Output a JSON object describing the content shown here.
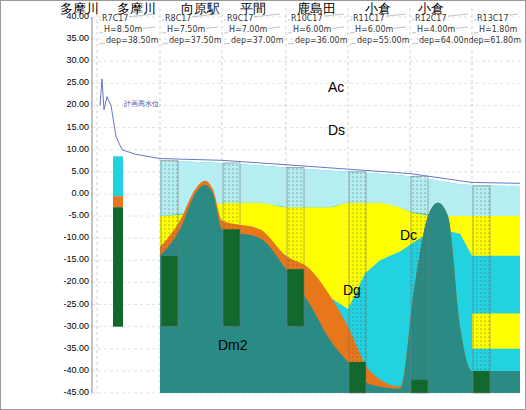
{
  "diagram": {
    "labels": [
      "多摩川",
      "多摩川",
      "向原駅",
      "平間",
      "鹿島田",
      "小倉",
      "小倉",
      "R7C17",
      "H=8.50m",
      "dep=38.50m",
      "R8C17",
      "H=7.50m",
      "dep=37.50m",
      "R9C17",
      "H=7.00m",
      "dep=37.00m",
      "R10C17",
      "H=6.00m",
      "dep=36.00m",
      "R11C17",
      "H=6.00m",
      "dep=55.00m",
      "R12C17",
      "H=4.00m",
      "dep=64.00m",
      "R13C17",
      "H=1.80m",
      "dep=61.80m",
      "計画高水位",
      "40.00",
      "35.00",
      "30.00",
      "25.00",
      "20.00",
      "15.00",
      "10.00",
      "5.00",
      "0.00",
      "-5.00",
      "-10.00",
      "-15.00",
      "-20.00",
      "-25.00",
      "-30.00",
      "-35.00",
      "-40.00",
      "-45.00",
      "Ac",
      "Ds",
      "Dc",
      "Dg",
      "Dm2"
    ]
  }
}
